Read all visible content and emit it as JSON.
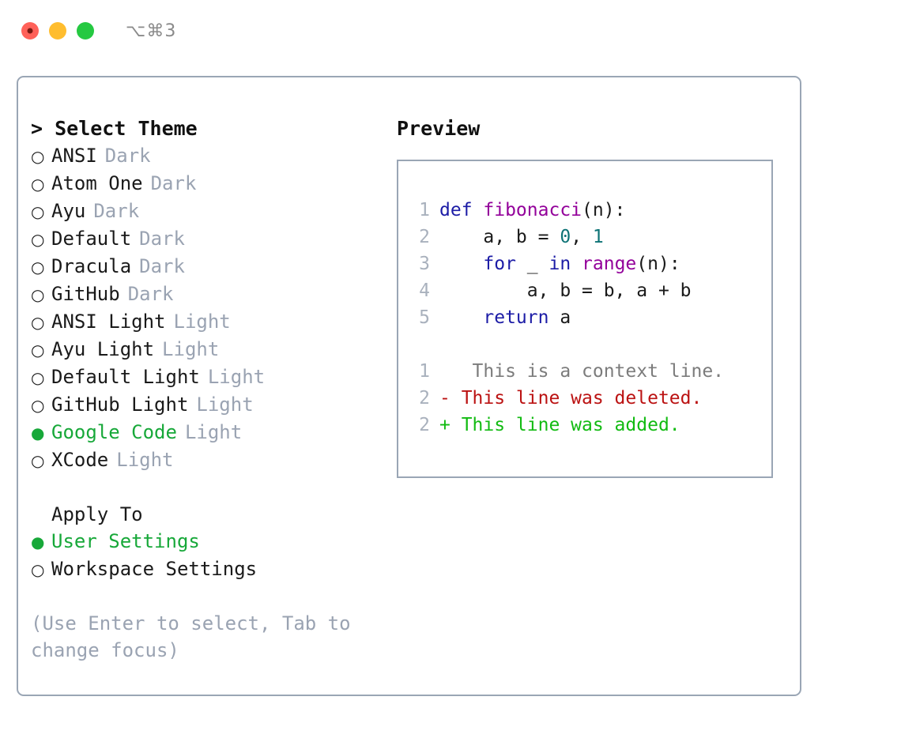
{
  "window": {
    "shortcut": "⌥⌘3",
    "traffic_lights": [
      {
        "name": "close",
        "color": "#ff6159"
      },
      {
        "name": "minimize",
        "color": "#ffbd2e"
      },
      {
        "name": "maximize",
        "color": "#25c941"
      }
    ]
  },
  "theme_picker": {
    "header": "> Select Theme",
    "marker_selected": "●",
    "marker_unselected": "○",
    "accent_color": "#17a839",
    "items": [
      {
        "label": "ANSI",
        "variant": "Dark",
        "selected": false
      },
      {
        "label": "Atom One",
        "variant": "Dark",
        "selected": false
      },
      {
        "label": "Ayu",
        "variant": "Dark",
        "selected": false
      },
      {
        "label": "Default",
        "variant": "Dark",
        "selected": false
      },
      {
        "label": "Dracula",
        "variant": "Dark",
        "selected": false
      },
      {
        "label": "GitHub",
        "variant": "Dark",
        "selected": false
      },
      {
        "label": "ANSI Light",
        "variant": "Light",
        "selected": false
      },
      {
        "label": "Ayu Light",
        "variant": "Light",
        "selected": false
      },
      {
        "label": "Default Light",
        "variant": "Light",
        "selected": false
      },
      {
        "label": "GitHub Light",
        "variant": "Light",
        "selected": false
      },
      {
        "label": "Google Code",
        "variant": "Light",
        "selected": true
      },
      {
        "label": "XCode",
        "variant": "Light",
        "selected": false
      }
    ]
  },
  "apply_to": {
    "header": "Apply To",
    "items": [
      {
        "label": "User Settings",
        "selected": true
      },
      {
        "label": "Workspace Settings",
        "selected": false
      }
    ]
  },
  "hint": "(Use Enter to select, Tab to change focus)",
  "preview": {
    "title": "Preview",
    "code_lines": [
      {
        "no": "1",
        "tokens": [
          {
            "t": "def ",
            "c": "kw"
          },
          {
            "t": "fibonacci",
            "c": "fn"
          },
          {
            "t": "(n):",
            "c": "pln"
          }
        ]
      },
      {
        "no": "2",
        "tokens": [
          {
            "t": "    a, b = ",
            "c": "pln"
          },
          {
            "t": "0",
            "c": "num"
          },
          {
            "t": ", ",
            "c": "pln"
          },
          {
            "t": "1",
            "c": "num"
          }
        ]
      },
      {
        "no": "3",
        "tokens": [
          {
            "t": "    ",
            "c": "pln"
          },
          {
            "t": "for",
            "c": "kw"
          },
          {
            "t": " _ ",
            "c": "pln"
          },
          {
            "t": "in",
            "c": "kw"
          },
          {
            "t": " ",
            "c": "pln"
          },
          {
            "t": "range",
            "c": "fn"
          },
          {
            "t": "(n):",
            "c": "pln"
          }
        ]
      },
      {
        "no": "4",
        "tokens": [
          {
            "t": "        a, b = b, a + b",
            "c": "pln"
          }
        ]
      },
      {
        "no": "5",
        "tokens": [
          {
            "t": "    ",
            "c": "pln"
          },
          {
            "t": "return",
            "c": "kw"
          },
          {
            "t": " a",
            "c": "pln"
          }
        ]
      }
    ],
    "diff_lines": [
      {
        "no": "1",
        "sign": " ",
        "text": "  This is a context line.",
        "kind": "context"
      },
      {
        "no": "2",
        "sign": "-",
        "text": " This line was deleted.",
        "kind": "del"
      },
      {
        "no": "2",
        "sign": "+",
        "text": " This line was added.",
        "kind": "add"
      }
    ],
    "colors": {
      "keyword": "#1c1ca6",
      "function": "#93009a",
      "number": "#0e7376",
      "plain": "#1a1a1a",
      "lineno": "#a9b1bd",
      "diff_context": "#7c7c7c",
      "diff_deleted": "#bb1212",
      "diff_added": "#12bb12"
    }
  }
}
